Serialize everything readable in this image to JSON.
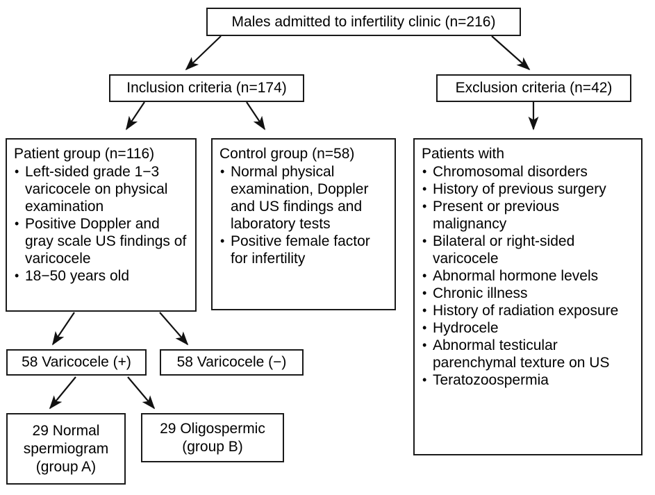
{
  "diagram": {
    "title_box": {
      "label": "Males admitted to infertility clinic (n=216)"
    },
    "inclusion_box": {
      "label": "Inclusion criteria (n=174)"
    },
    "exclusion_box": {
      "label": "Exclusion criteria (n=42)"
    },
    "patient_group": {
      "heading": "Patient group (n=116)",
      "items": [
        "Left-sided grade 1−3 varicocele on physical examination",
        "Positive Doppler and gray scale US findings of varicocele",
        "18−50 years old"
      ]
    },
    "control_group": {
      "heading": "Control group (n=58)",
      "items": [
        "Normal physical examination, Doppler and US findings and laboratory tests",
        "Positive female factor for infertility"
      ]
    },
    "exclusion_details": {
      "heading": "Patients with",
      "items": [
        "Chromosomal disorders",
        "History of previous surgery",
        "Present or previous malignancy",
        "Bilateral or right-sided varicocele",
        "Abnormal hormone levels",
        "Chronic illness",
        "History of radiation exposure",
        "Hydrocele",
        "Abnormal testicular parenchymal texture on US",
        "Teratozoospermia"
      ]
    },
    "varicocele_positive": {
      "label": "58 Varicocele (+)"
    },
    "varicocele_negative": {
      "label": "58 Varicocele (−)"
    },
    "group_a": {
      "line1": "29 Normal",
      "line2": "spermiogram",
      "line3": "(group A)"
    },
    "group_b": {
      "line1": "29 Oligospermic",
      "line2": "(group B)"
    },
    "colors": {
      "stroke": "#1a1a1a",
      "background": "#ffffff",
      "text": "#000000"
    }
  }
}
